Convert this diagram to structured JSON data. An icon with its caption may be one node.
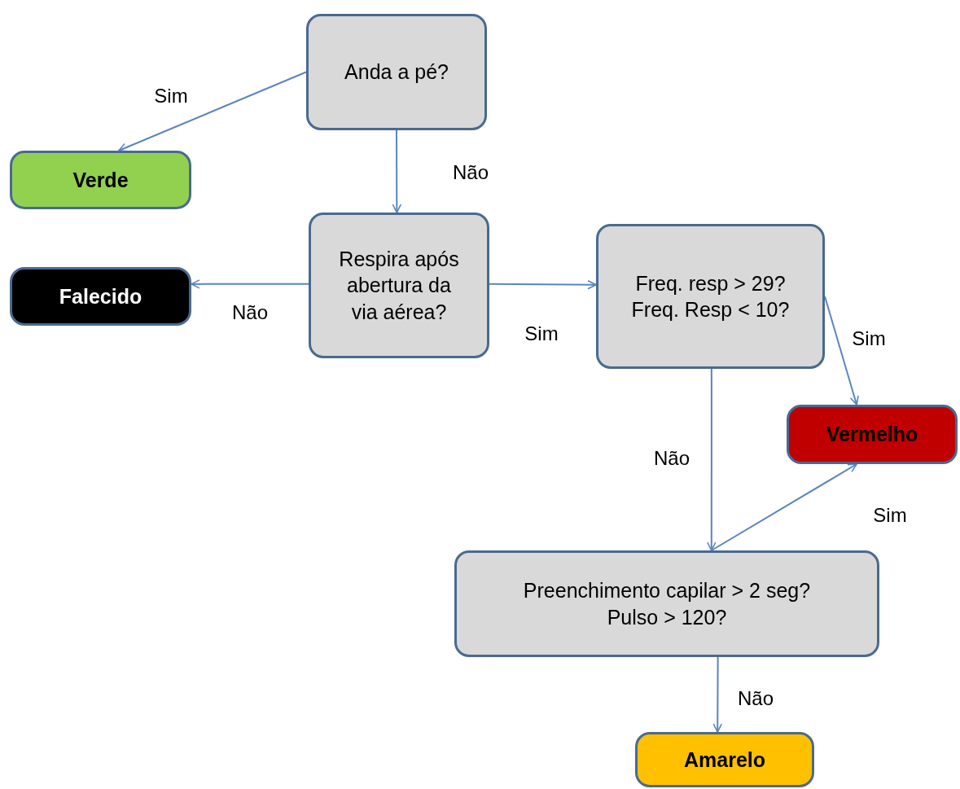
{
  "diagram": {
    "nodes": [
      {
        "text": [
          "Anda a pé?"
        ]
      },
      {
        "text": [
          "Verde"
        ]
      },
      {
        "text": [
          "Respira após abertura da via aérea?"
        ]
      },
      {
        "text": [
          "Falecido"
        ]
      },
      {
        "text": [
          "Freq. resp > 29?",
          "Freq. Resp < 10?"
        ]
      },
      {
        "text": [
          "Vermelho"
        ]
      },
      {
        "text": [
          "Preenchimento capilar > 2 seg?",
          "Pulso > 120?"
        ]
      },
      {
        "text": [
          "Amarelo"
        ]
      }
    ],
    "edges": [
      {
        "from": 0,
        "to": 1,
        "arrow": "to",
        "label": "Sim"
      },
      {
        "from": 0,
        "to": 2,
        "arrow": "to",
        "label": "Não"
      },
      {
        "from": 2,
        "to": 3,
        "arrow": "to",
        "label": "Não"
      },
      {
        "from": 2,
        "to": 4,
        "arrow": "to",
        "label": "Sim"
      },
      {
        "from": 4,
        "to": 5,
        "arrow": "to",
        "label": "Sim"
      },
      {
        "from": 4,
        "to": 6,
        "arrow": "to",
        "label": "Não"
      },
      {
        "from": 6,
        "to": 5,
        "arrow": "to",
        "label": "Sim"
      },
      {
        "from": 6,
        "to": 7,
        "arrow": "to",
        "label": "Não"
      }
    ]
  }
}
